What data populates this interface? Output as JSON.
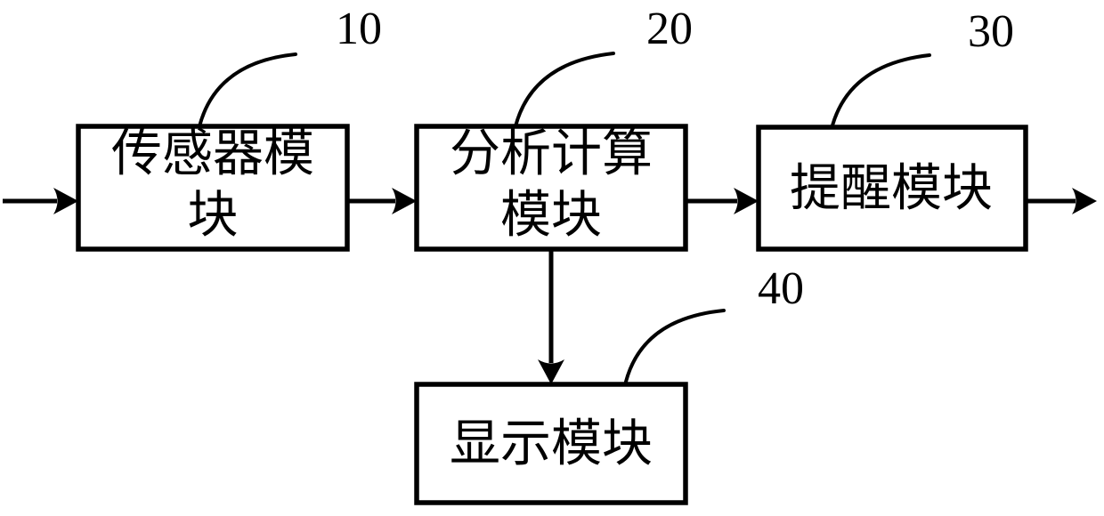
{
  "figure": {
    "background_color": "#ffffff",
    "ink_color": "#000000",
    "modules": [
      {
        "ref": "10",
        "name": "传感器模块",
        "lines": [
          "传感器模",
          "块"
        ]
      },
      {
        "ref": "20",
        "name": "分析计算模块",
        "lines": [
          "分析计算",
          "模块"
        ]
      },
      {
        "ref": "30",
        "name": "提醒模块",
        "lines": [
          "提醒模块"
        ]
      },
      {
        "ref": "40",
        "name": "显示模块",
        "lines": [
          "显示模块"
        ]
      }
    ],
    "connections": [
      "input → 传感器模块",
      "传感器模块 → 分析计算模块",
      "分析计算模块 → 提醒模块",
      "提醒模块 → output",
      "分析计算模块 → 显示模块"
    ]
  }
}
